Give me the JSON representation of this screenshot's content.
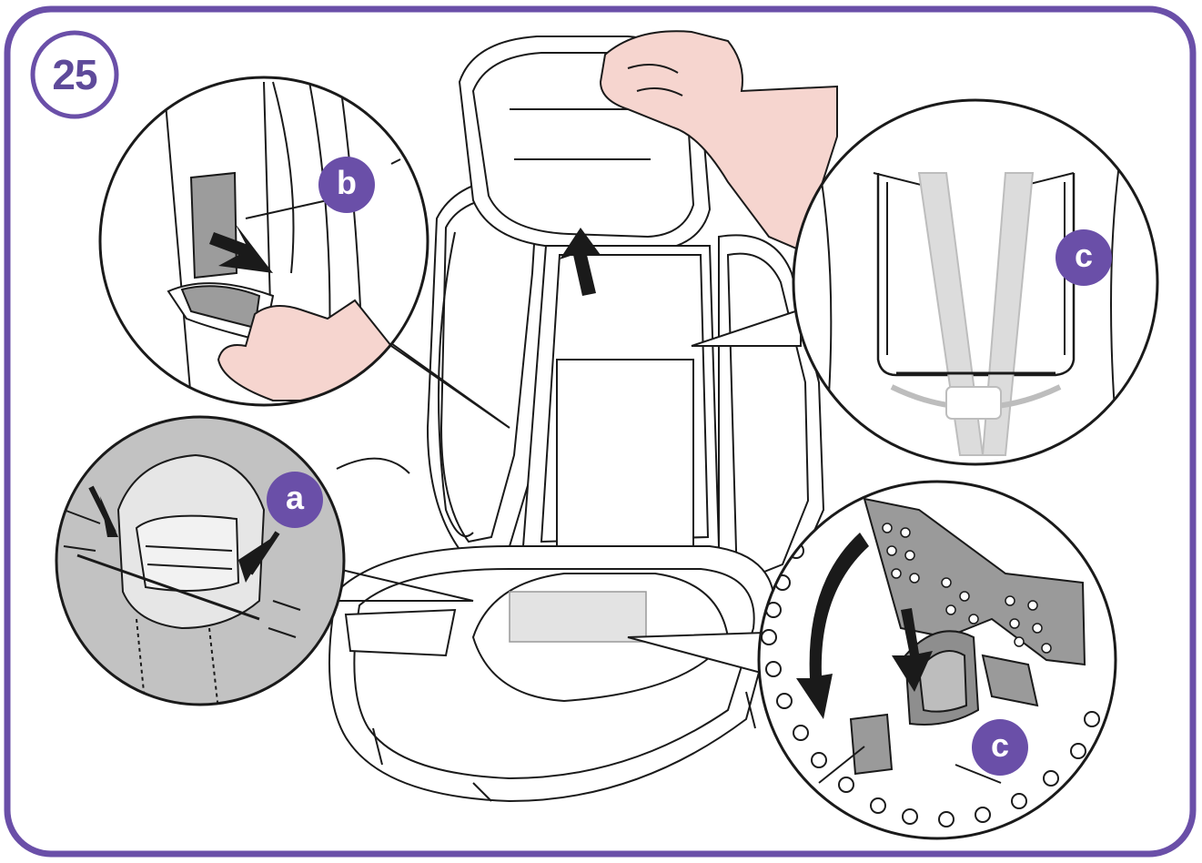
{
  "step": {
    "number": "25"
  },
  "callouts": {
    "a": "a",
    "b": "b",
    "c_top": "c",
    "c_bottom": "c"
  },
  "colors": {
    "frame": "#6a4fa8",
    "callout_fill": "#6a4fa8",
    "callout_text": "#ffffff",
    "line_art": "#1a1a1a",
    "skin": "#f6d5cf",
    "inset_gray": "#bdbdbd",
    "label_gray": "#9a9a9a"
  }
}
